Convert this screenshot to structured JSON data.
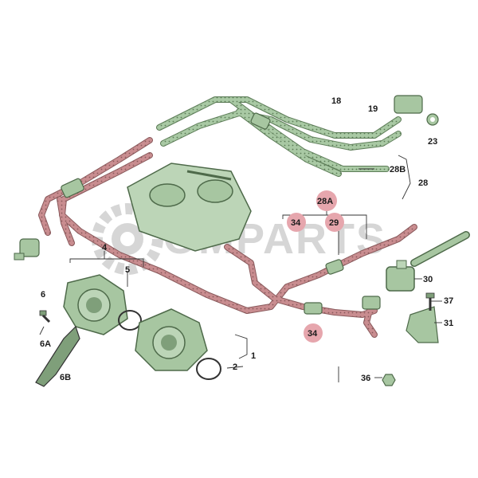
{
  "diagram": {
    "watermark_text": "OMPARTS",
    "colors": {
      "hose_red": "#c98d90",
      "hose_red_dark": "#8a5a5c",
      "hose_green": "#a9c9a4",
      "hose_green_dark": "#5d7d58",
      "part_green": "#a7c6a1",
      "part_green_dark": "#4e6a4a",
      "highlight": "#e6a6ad",
      "watermark": "#d6d6d6"
    },
    "labels": {
      "l18": "18",
      "l19": "19",
      "l23": "23",
      "l28B": "28B",
      "l28": "28",
      "l28A": "28A",
      "l34a": "34",
      "l29": "29",
      "l4": "4",
      "l5": "5",
      "l30": "30",
      "l6": "6",
      "l37": "37",
      "l31": "31",
      "l34b": "34",
      "l6A": "6A",
      "l2": "2",
      "l1": "1",
      "l36": "36",
      "l6B": "6B"
    }
  }
}
